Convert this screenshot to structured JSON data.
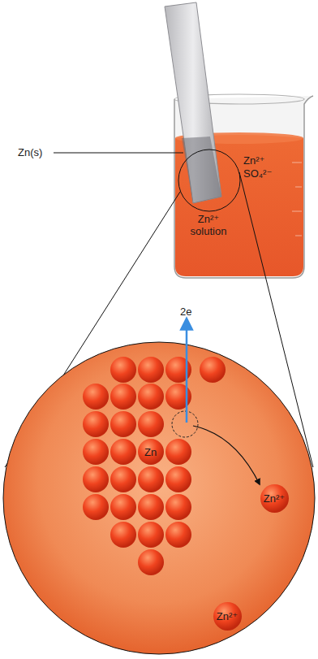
{
  "diagram": {
    "nodes": [
      {
        "text": [
          "Zn²⁺"
        ]
      },
      {
        "text": [
          "Zn²⁺"
        ]
      }
    ],
    "edges": [],
    "labels": [
      "Zn(s)",
      "Zn²⁺",
      "SO₄²⁻",
      "Zn²⁺ solution",
      "2e",
      "Zn"
    ]
  }
}
